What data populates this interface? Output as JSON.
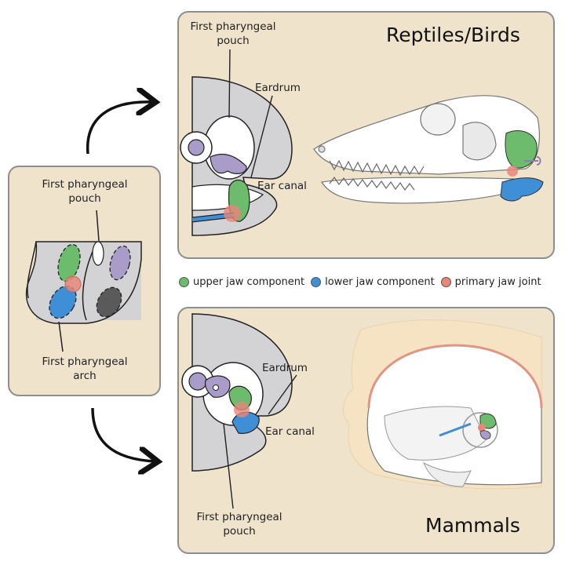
{
  "left_panel": {
    "pouch_label": [
      "First pharyngeal",
      "pouch"
    ],
    "arch_label": [
      "First pharyngeal",
      "arch"
    ]
  },
  "top_panel": {
    "title": "Reptiles/Birds",
    "pouch_label": [
      "First pharyngeal",
      "pouch"
    ],
    "eardrum_label": "Eardrum",
    "ear_canal_label": "Ear canal"
  },
  "bottom_panel": {
    "title": "Mammals",
    "eardrum_label": "Eardrum",
    "ear_canal_label": "Ear canal",
    "pouch_label": [
      "First pharyngeal",
      "pouch"
    ]
  },
  "legend": [
    {
      "label": "upper jaw component",
      "color": "#6dbb6c"
    },
    {
      "label": "lower jaw component",
      "color": "#3f8fd6"
    },
    {
      "label": "primary jaw joint",
      "color": "#e8867a"
    }
  ],
  "colors": {
    "panel_bg": "#efe3cc",
    "tissue_gray": "#d3d3d6",
    "purple": "#a99cc9",
    "dark_gray": "#5a5a5a"
  }
}
